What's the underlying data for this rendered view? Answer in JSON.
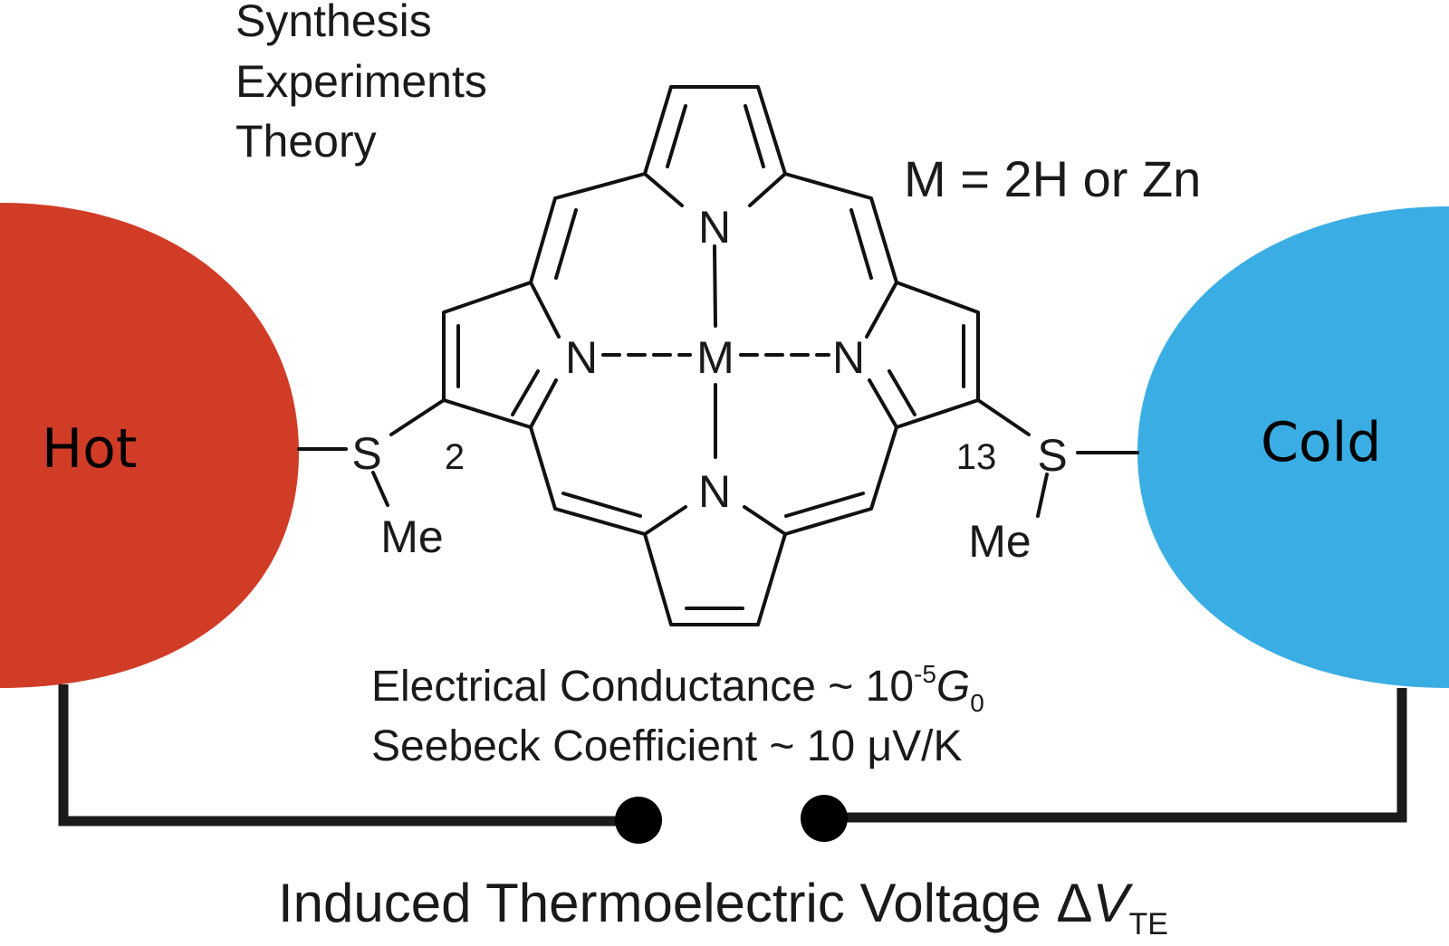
{
  "topics": [
    "Synthesis",
    "Experiments",
    "Theory"
  ],
  "metal_note": "M = 2H or Zn",
  "electrodes": {
    "hot": {
      "label": "Hot",
      "color": "#d13c27"
    },
    "cold": {
      "label": "Cold",
      "color": "#3aaee4"
    }
  },
  "molecule": {
    "atom_n": "N",
    "atom_m": "M",
    "atom_s": "S",
    "methyl": "Me",
    "position_left": "2",
    "position_right": "13"
  },
  "properties": {
    "conductance_prefix": "Electrical Conductance ~ 10",
    "conductance_exp": "-5",
    "conductance_unit": "G",
    "conductance_sub": "0",
    "seebeck": "Seebeck Coefficient  ~ 10 μV/K"
  },
  "voltage": {
    "prefix": "Induced Thermoelectric Voltage Δ",
    "symbol": "V",
    "sub": "TE"
  }
}
